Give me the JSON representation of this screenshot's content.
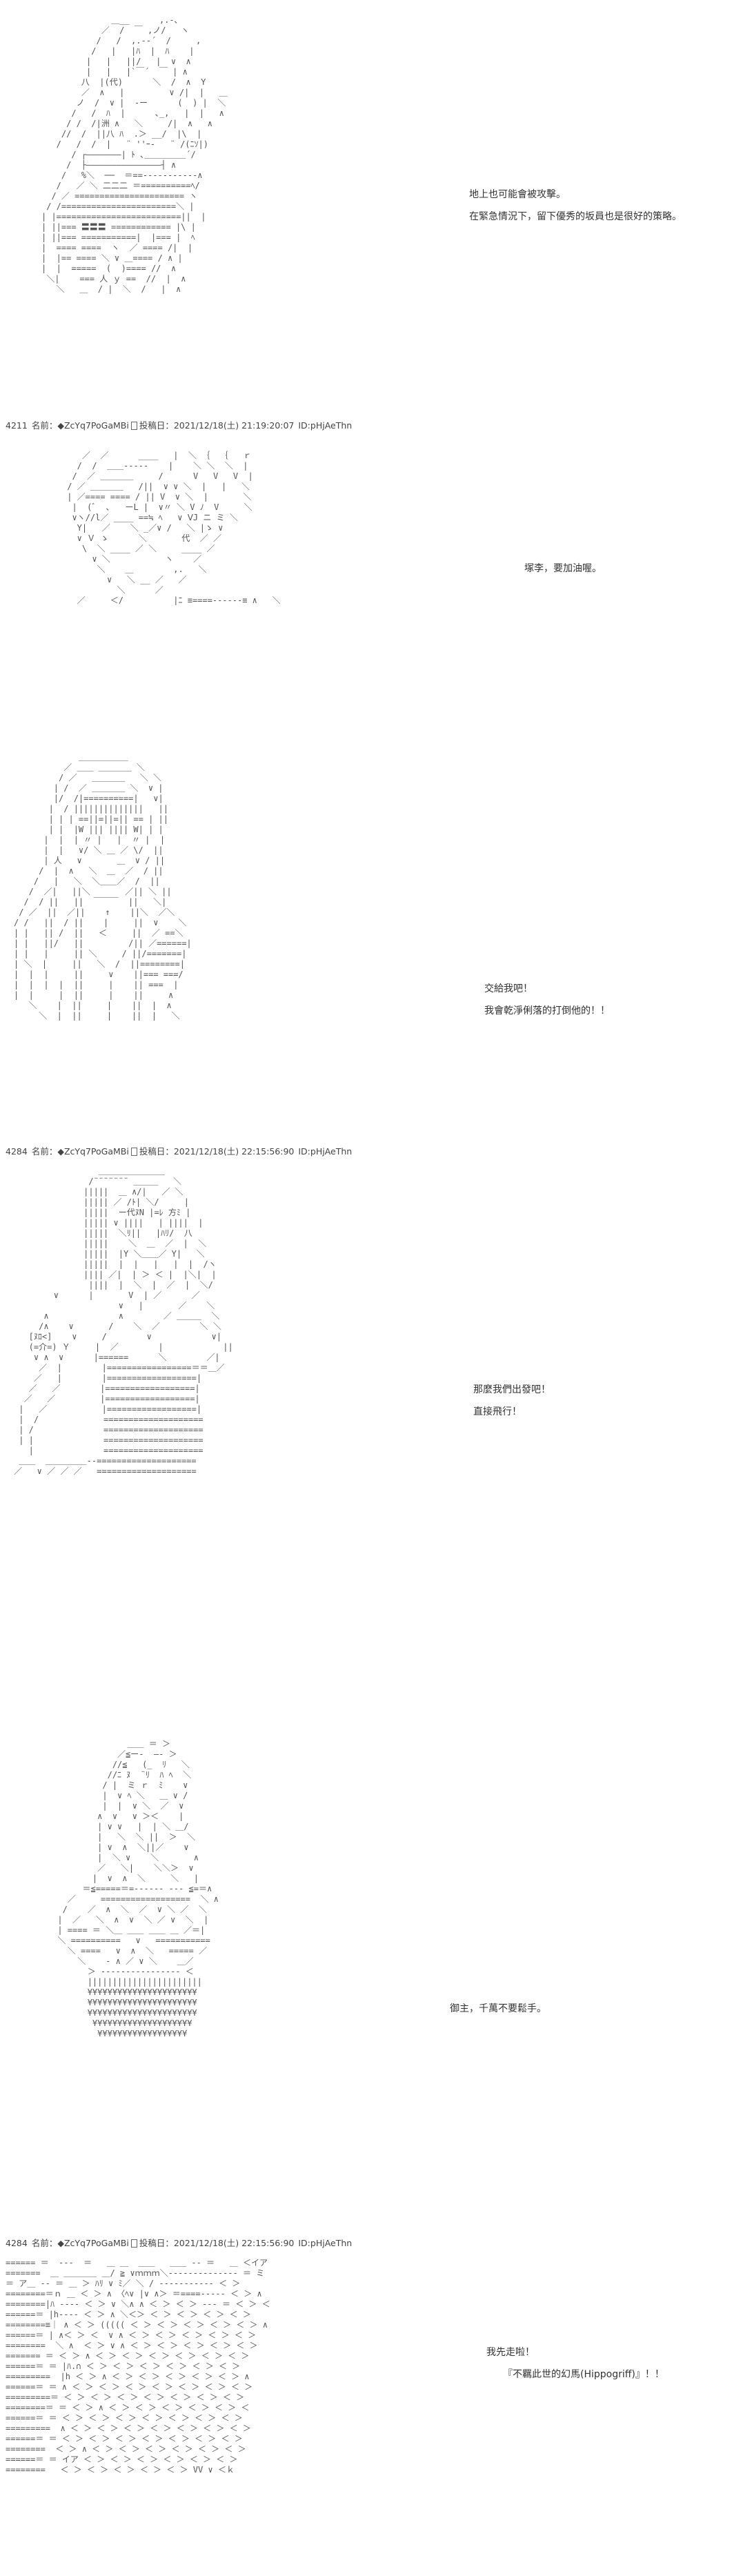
{
  "panels": [
    {
      "lines": [
        "地上也可能會被攻擊。",
        "在緊急情況下，留下優秀的坂員也是很好的策略。"
      ]
    },
    {
      "header": {
        "num": "4211",
        "label": "名前：",
        "trip": "◆ZcYq7PoGaMBi",
        "posted": "投稿日：2021/12/18(土) 21:19:20:07",
        "id": "ID:pHjAeThn"
      },
      "lines": [
        "塚李，要加油喔。"
      ]
    },
    {
      "lines": [
        "交給我吧！",
        "我會乾淨俐落的打倒他的！！"
      ]
    },
    {
      "header": {
        "num": "4284",
        "label": "名前：",
        "trip": "◆ZcYq7PoGaMBi",
        "posted": "投稿日：2021/12/18(土) 22:15:56:90",
        "id": "ID:pHjAeThn"
      },
      "lines": [
        "那麼我們出發吧！",
        "直接飛行！"
      ]
    },
    {
      "lines": [
        "御主，千萬不要鬆手。"
      ]
    },
    {
      "header": {
        "num": "4284",
        "label": "名前：",
        "trip": "◆ZcYq7PoGaMBi",
        "posted": "投稿日：2021/12/18(土) 22:15:56:90",
        "id": "ID:pHjAeThn"
      },
      "lines": [
        "我先走啦！",
        "『不羈此世的幻馬(Hippogriff)』！！"
      ]
    }
  ]
}
